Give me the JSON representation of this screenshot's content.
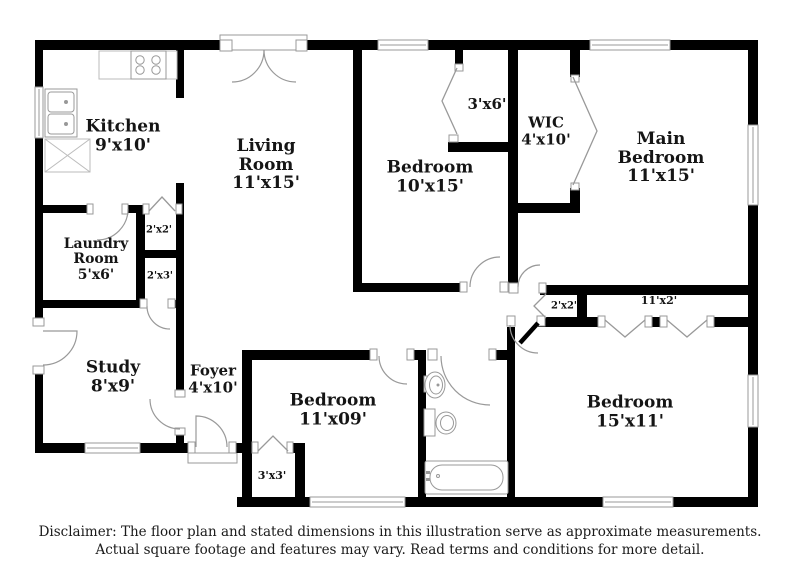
{
  "title": "Floor plan illustration",
  "colors": {
    "wall": "#000000",
    "door_window_outline": "#999999",
    "fixture_outline": "#aaaaaa",
    "text": "#151515",
    "background": "#ffffff"
  },
  "rooms": {
    "kitchen": {
      "l1": "Kitchen",
      "dims": "9'x10'"
    },
    "living": {
      "l1": "Living",
      "l2": "Room",
      "dims": "11'x15'"
    },
    "bedroom_10x15": {
      "l1": "Bedroom",
      "dims": "10'x15'"
    },
    "wic": {
      "l1": "WIC",
      "dims": "4'x10'"
    },
    "main_bedroom": {
      "l1": "Main",
      "l2": "Bedroom",
      "dims": "11'x15'"
    },
    "laundry": {
      "l1": "Laundry",
      "l2": "Room",
      "dims": "5'x6'"
    },
    "study": {
      "l1": "Study",
      "dims": "8'x9'"
    },
    "foyer": {
      "l1": "Foyer",
      "dims": "4'x10'"
    },
    "bedroom_11x09": {
      "l1": "Bedroom",
      "dims": "11'x09'"
    },
    "bedroom_15x11": {
      "l1": "Bedroom",
      "dims": "15'x11'"
    }
  },
  "closets": {
    "closet_3x6": "3'x6'",
    "closet_2x2_kitchen": "2'x2'",
    "closet_2x3": "2'x3'",
    "closet_3x3": "3'x3'",
    "closet_2x2_hall": "2'x2'",
    "closet_11x2": "11'x2'"
  },
  "disclaimer": {
    "line1": "Disclaimer: The floor plan and stated dimensions in this illustration serve as approximate measurements.",
    "line2": "Actual square footage and features may vary. Read terms and conditions for more detail."
  }
}
